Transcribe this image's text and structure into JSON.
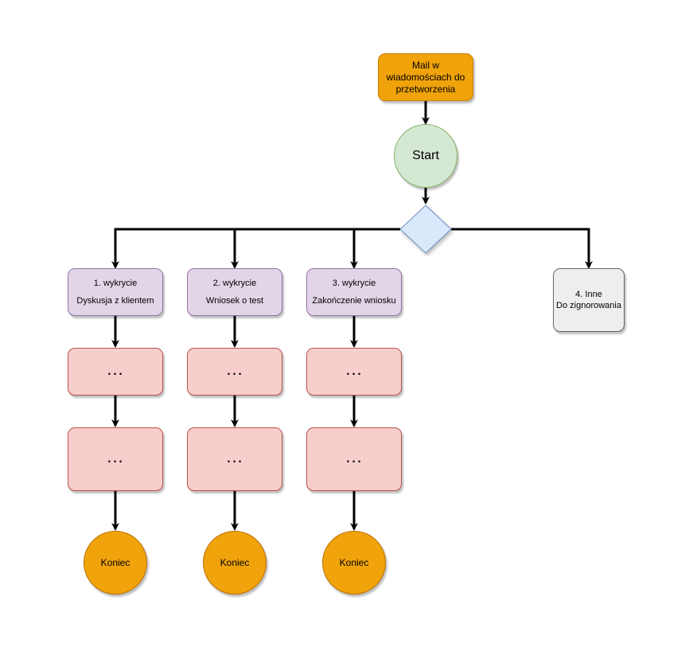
{
  "nodes": {
    "mail": {
      "text": "Mail w wiadomościach do przetworzenia"
    },
    "start": {
      "text": "Start"
    },
    "branch1": {
      "line1": "1. wykrycie",
      "line2": "Dyskusja z klientem"
    },
    "branch2": {
      "line1": "2. wykrycie",
      "line2": "Wniosek o test"
    },
    "branch3": {
      "line1": "3. wykrycie",
      "line2": "Zakończenie wniosku"
    },
    "branch4": {
      "line1": "4. Inne",
      "line2": "Do zignorowania"
    },
    "step": {
      "text": "..."
    },
    "end": {
      "text": "Koniec"
    }
  },
  "colors": {
    "mail_fill": "#f0a30a",
    "start_fill": "#d5e8d4",
    "decision_fill": "#dae8fc",
    "detect_fill": "#e1d5e7",
    "step_fill": "#f8cecc",
    "other_fill": "#eeeeee",
    "end_fill": "#f0a30a",
    "edge": "#000000"
  }
}
